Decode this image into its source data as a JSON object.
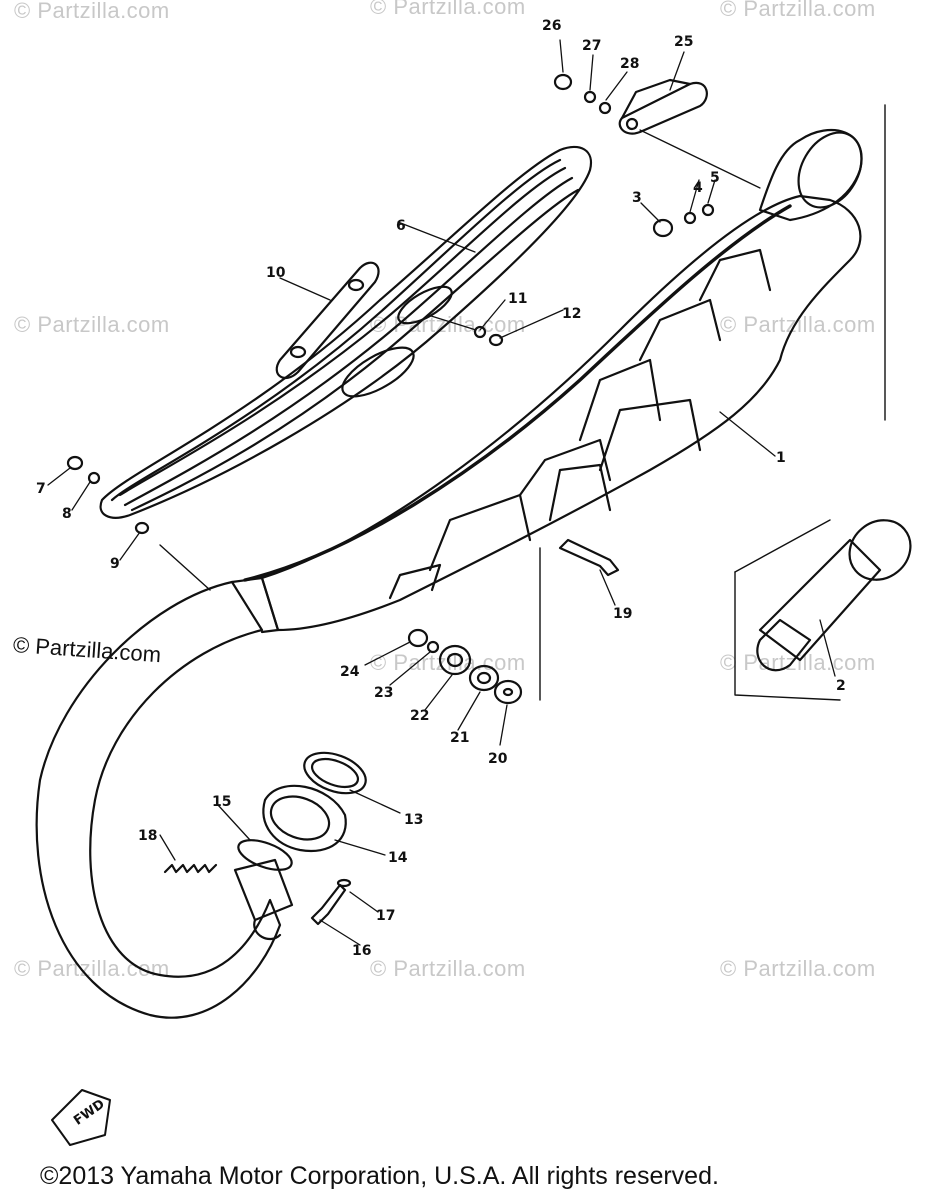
{
  "watermarks": {
    "brand": "© Partzilla.com",
    "brand_overlay": "© Partzilla.com"
  },
  "callouts": {
    "p1": "1",
    "p2": "2",
    "p3": "3",
    "p4": "4",
    "p5": "5",
    "p6": "6",
    "p7": "7",
    "p8": "8",
    "p9": "9",
    "p10": "10",
    "p11": "11",
    "p12": "12",
    "p13": "13",
    "p14": "14",
    "p15": "15",
    "p16": "16",
    "p17": "17",
    "p18": "18",
    "p19": "19",
    "p20": "20",
    "p21": "21",
    "p22": "22",
    "p23": "23",
    "p24": "24",
    "p25": "25",
    "p26": "26",
    "p27": "27",
    "p28": "28"
  },
  "front_arrow_label": "FWD",
  "copyright": "©2013  Yamaha Motor Corporation, U.S.A. All rights reserved."
}
